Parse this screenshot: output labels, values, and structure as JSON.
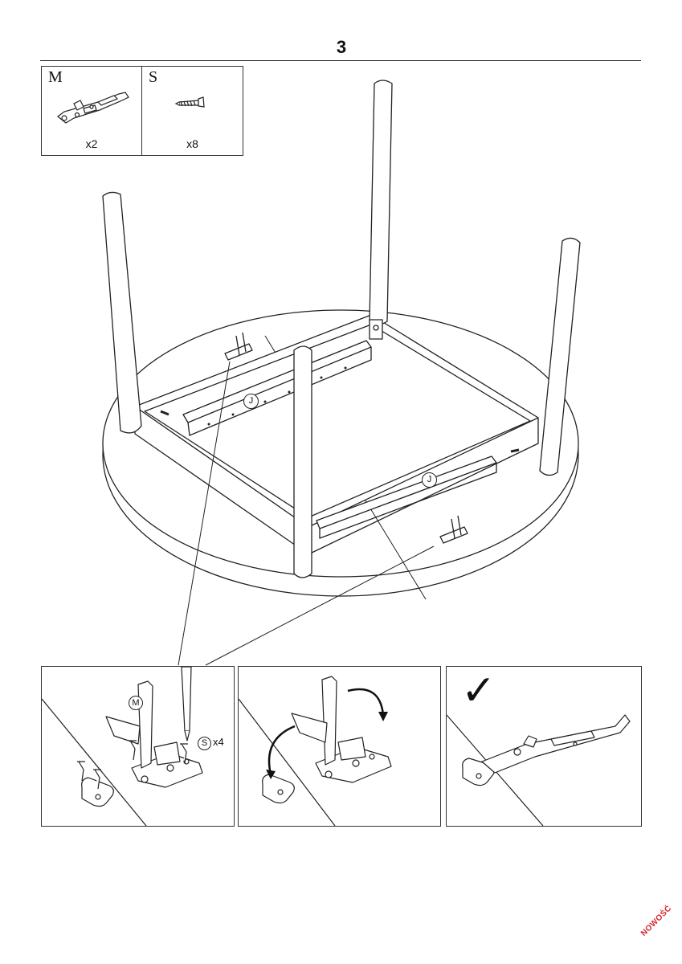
{
  "page": {
    "step_number": "3"
  },
  "parts": [
    {
      "code": "M",
      "quantity": "x2",
      "icon": "latch-icon"
    },
    {
      "code": "S",
      "quantity": "x8",
      "icon": "screw-icon"
    }
  ],
  "assembly": {
    "rail_label": "J",
    "rail_label_2": "J"
  },
  "detail_panels": {
    "panel1": {
      "part_label": "M",
      "screw_code": "S",
      "screw_qty": "x4"
    },
    "panel2": {},
    "panel3": {
      "check_mark": "✓"
    }
  },
  "watermark": {
    "text": "NOWOŚĆ",
    "color": "#d8262c"
  }
}
